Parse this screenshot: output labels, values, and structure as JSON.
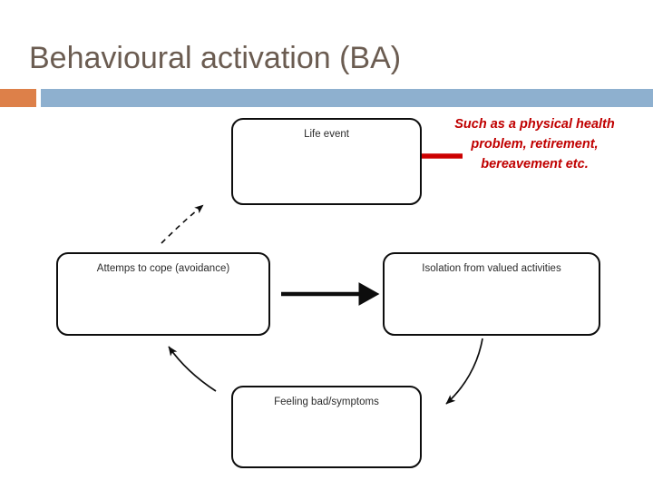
{
  "slide": {
    "title": "Behavioural activation (BA)",
    "title_color": "#6b5c51",
    "background": "#ffffff",
    "accent_block_color": "#dd8049",
    "accent_bar_color": "#8eb0cf"
  },
  "diagram": {
    "type": "cycle-flow",
    "stroke_color": "#0d0d0d",
    "nodes": [
      {
        "id": "life-event",
        "label": "Life event"
      },
      {
        "id": "attempts-cope",
        "label": "Attemps to cope (avoidance)"
      },
      {
        "id": "isolation",
        "label": "Isolation from valued activities"
      },
      {
        "id": "feeling-bad",
        "label": "Feeling bad/symptoms"
      }
    ],
    "connectors": [
      {
        "id": "life-event-to-isolation",
        "from": "life-event",
        "to": "isolation",
        "style": "curved-solid"
      },
      {
        "id": "isolation-to-feeling-bad",
        "from": "isolation",
        "to": "feeling-bad",
        "style": "curved-solid"
      },
      {
        "id": "feeling-bad-to-attempts",
        "from": "feeling-bad",
        "to": "attempts-cope",
        "style": "curved-solid"
      },
      {
        "id": "attempts-to-isolation",
        "from": "attempts-cope",
        "to": "isolation",
        "style": "straight-thick"
      },
      {
        "id": "attempts-to-life-event",
        "from": "attempts-cope",
        "to": "life-event",
        "style": "dashed"
      }
    ]
  },
  "annotation": {
    "text": "Such as a physical health problem, retirement, bereavement etc.",
    "color": "#c00000",
    "pointer": "red-left-arrow",
    "pointer_target": "life-event"
  }
}
